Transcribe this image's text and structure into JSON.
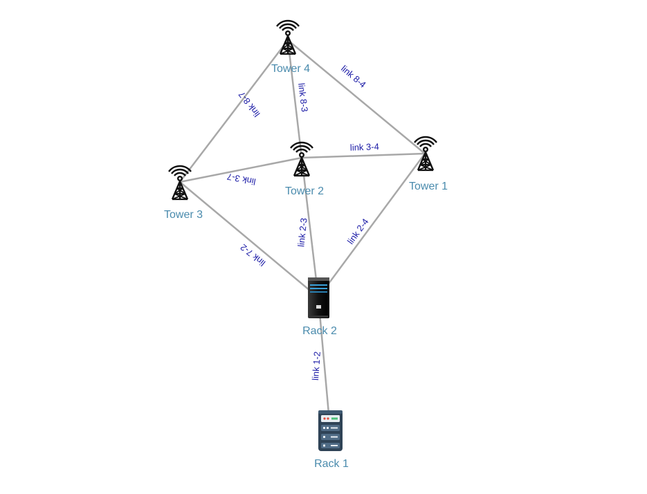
{
  "colors": {
    "edge": "#a8a8a8",
    "node_label": "#4a8bad",
    "link_label": "#1a1aa6"
  },
  "nodes": [
    {
      "id": "tower4",
      "label": "Tower 4",
      "icon": "cell-tower-icon"
    },
    {
      "id": "tower2",
      "label": "Tower 2",
      "icon": "cell-tower-icon"
    },
    {
      "id": "tower1",
      "label": "Tower 1",
      "icon": "cell-tower-icon"
    },
    {
      "id": "tower3",
      "label": "Tower 3",
      "icon": "cell-tower-icon"
    },
    {
      "id": "rack2",
      "label": "Rack 2",
      "icon": "server-tower-icon"
    },
    {
      "id": "rack1",
      "label": "Rack 1",
      "icon": "server-rack-icon"
    }
  ],
  "links": [
    {
      "id": "l84",
      "label": "link 8-4",
      "from": "tower4",
      "to": "tower1"
    },
    {
      "id": "l87",
      "label": "link 8-7",
      "from": "tower4",
      "to": "tower3"
    },
    {
      "id": "l83",
      "label": "link 8-3",
      "from": "tower4",
      "to": "tower2"
    },
    {
      "id": "l34",
      "label": "link 3-4",
      "from": "tower2",
      "to": "tower1"
    },
    {
      "id": "l37",
      "label": "link 3-7",
      "from": "tower2",
      "to": "tower3"
    },
    {
      "id": "l23",
      "label": "link 2-3",
      "from": "tower2",
      "to": "rack2"
    },
    {
      "id": "l24",
      "label": "link 2-4",
      "from": "tower1",
      "to": "rack2"
    },
    {
      "id": "l72",
      "label": "link 7-2",
      "from": "tower3",
      "to": "rack2"
    },
    {
      "id": "l12",
      "label": "link 1-2",
      "from": "rack2",
      "to": "rack1"
    }
  ]
}
